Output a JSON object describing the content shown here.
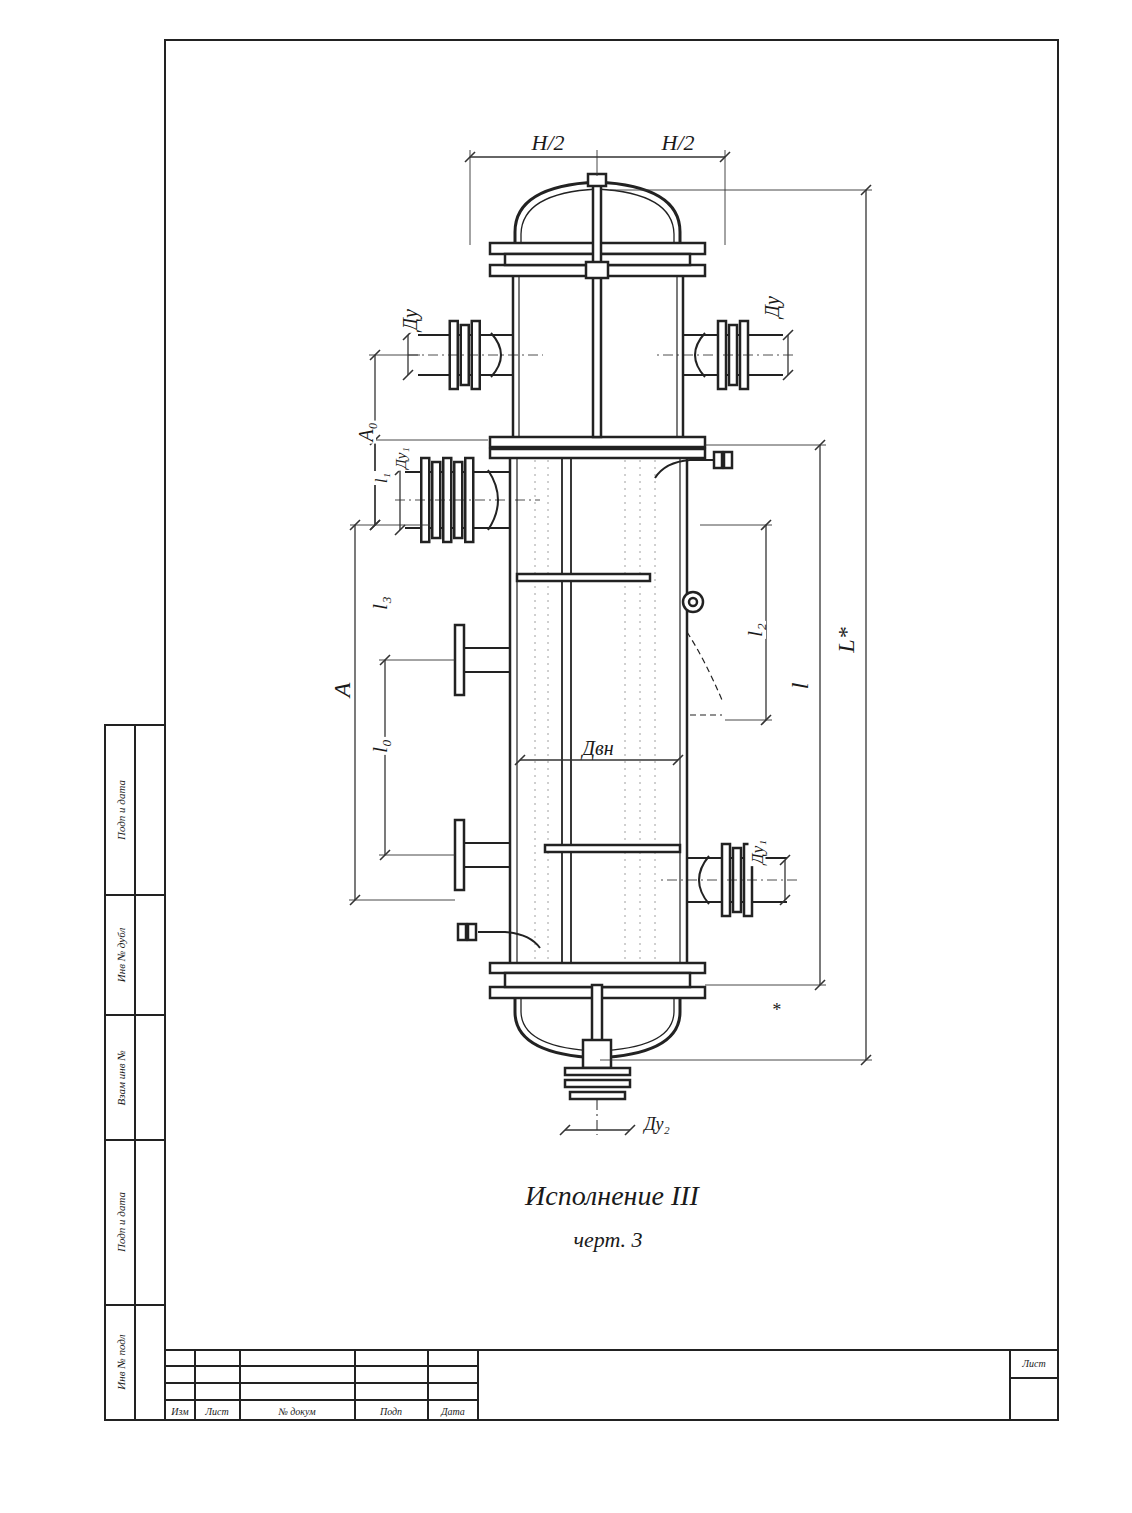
{
  "diagram": {
    "caption": "Исполнение III",
    "labels": [
      "H/2",
      "H/2",
      "Ду",
      "Ду",
      "A₀",
      "l₁",
      "Ду₁",
      "l₃",
      "A",
      "l₀",
      "l₂",
      "l",
      "L*",
      "Двн",
      "Ду₁",
      "*",
      "Ду₂",
      "черт. 3",
      "Изм",
      "Лист",
      "№ докум",
      "Подп",
      "Дата",
      "Лист",
      "Инв № подл",
      "Подп и дата",
      "Взам инв №",
      "Инв № дубл",
      "Подп и дата"
    ]
  }
}
